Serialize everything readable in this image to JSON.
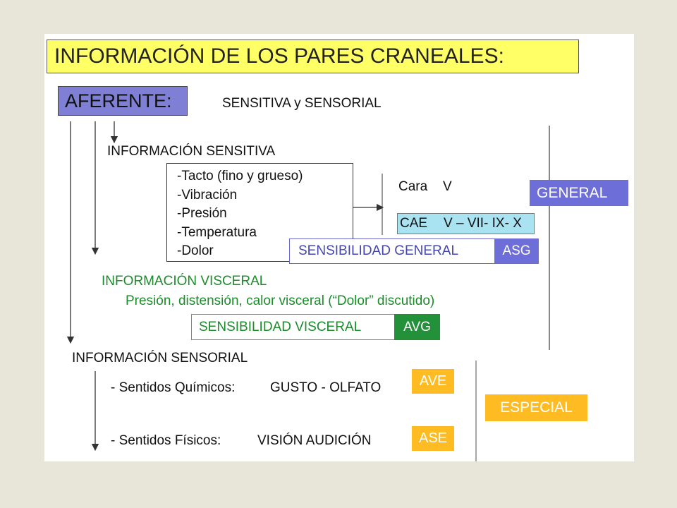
{
  "title": "INFORMACIÓN DE LOS PARES CRANEALES:",
  "aferente": "AFERENTE:",
  "aferente_sub": "SENSITIVA y SENSORIAL",
  "sensitiva": {
    "heading": "INFORMACIÓN SENSITIVA",
    "items": [
      "-Tacto (fino y grueso)",
      "-Vibración",
      "-Presión",
      "-Temperatura",
      "-Dolor"
    ],
    "cara_label": "Cara",
    "cara_nerve": "V",
    "cae_label": "CAE",
    "cae_nerves": "V – VII- IX- X",
    "sg_label": "SENSIBILIDAD GENERAL",
    "sg_code": "ASG"
  },
  "general": "GENERAL",
  "visceral": {
    "heading": "INFORMACIÓN VISCERAL",
    "detail": "Presión, distensión, calor visceral (“Dolor” discutido)",
    "sv_label": "SENSIBILIDAD VISCERAL",
    "sv_code": "AVG"
  },
  "sensorial": {
    "heading": "INFORMACIÓN SENSORIAL",
    "quimicos_label": "- Sentidos Químicos:",
    "quimicos_value": "GUSTO - OLFATO",
    "quimicos_code": "AVE",
    "fisicos_label": "- Sentidos Físicos:",
    "fisicos_value": "VISIÓN AUDICIÓN",
    "fisicos_code": "ASE"
  },
  "especial": "ESPECIAL",
  "colors": {
    "title_bg": "#ffff66",
    "aferente_bg": "#7f7fd6",
    "general_bg": "#6e6ed8",
    "visceral_green": "#23913a",
    "especial_orange": "#ffbb22",
    "cae_bg": "#a9e2f0"
  }
}
